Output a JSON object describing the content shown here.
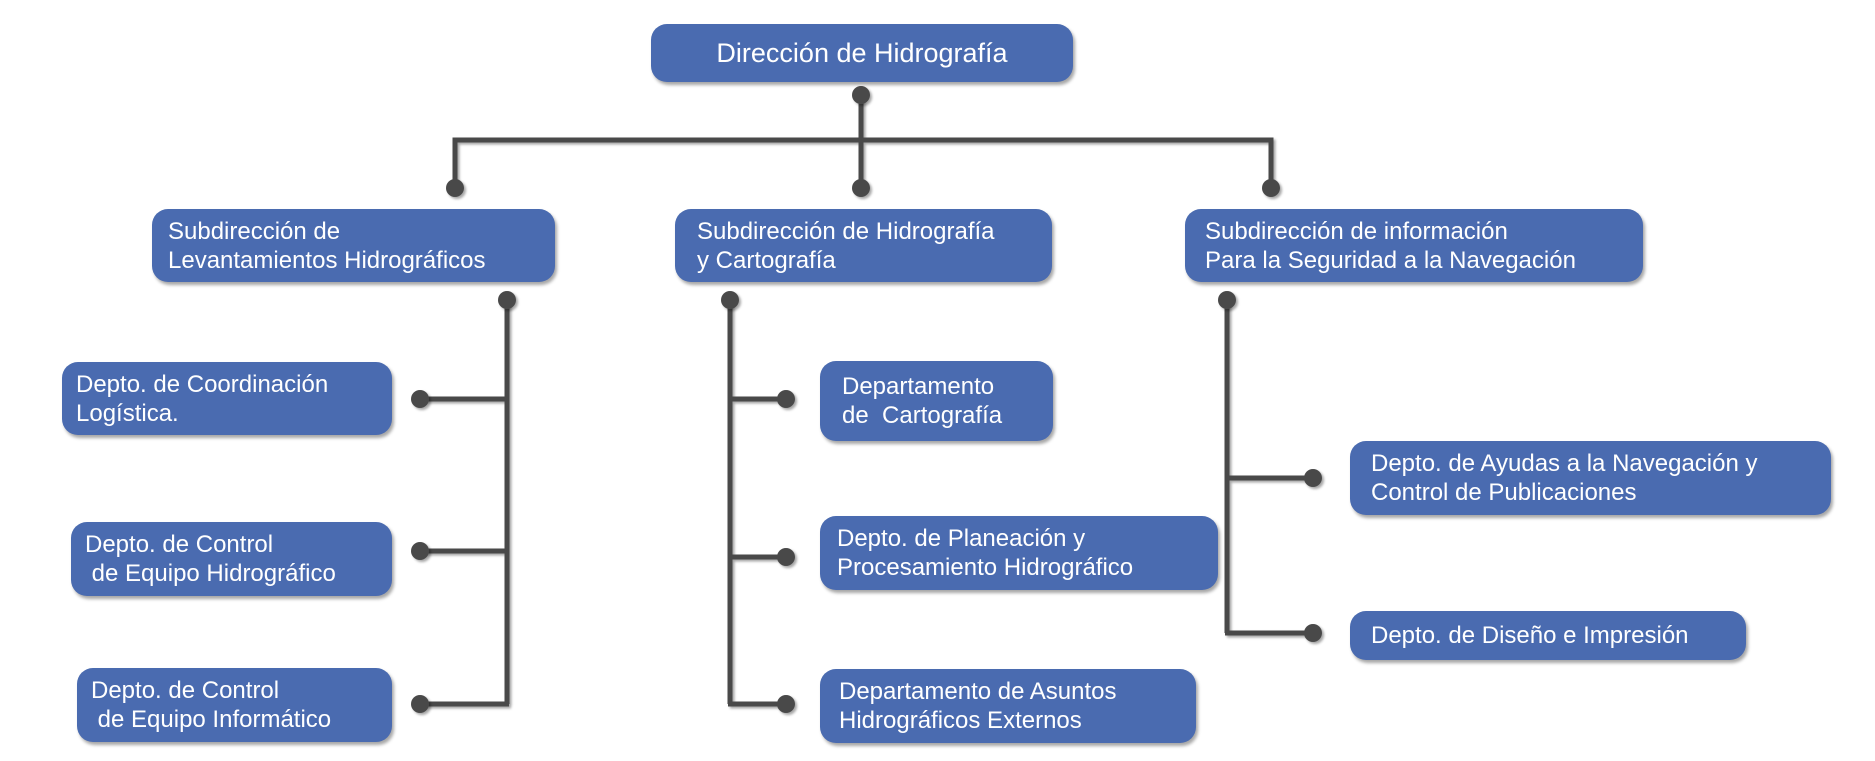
{
  "colors": {
    "box": "#4a6bb0",
    "text": "#ffffff",
    "connector": "#4a4a4a"
  },
  "root": {
    "label": "Dirección de Hidrografía"
  },
  "subdirecciones": [
    {
      "lines": [
        "Subdirección de",
        "Levantamientos Hidrográficos"
      ],
      "departments": [
        {
          "lines": [
            "Depto. de Coordinación",
            "Logística."
          ]
        },
        {
          "lines": [
            "Depto. de Control",
            " de Equipo Hidrográfico"
          ]
        },
        {
          "lines": [
            "Depto. de Control",
            " de Equipo Informático"
          ]
        }
      ]
    },
    {
      "lines": [
        "Subdirección de Hidrografía",
        "y Cartografía"
      ],
      "departments": [
        {
          "lines": [
            "Departamento",
            "de  Cartografía"
          ]
        },
        {
          "lines": [
            "Depto. de Planeación y",
            "Procesamiento Hidrográfico"
          ]
        },
        {
          "lines": [
            "Departamento de Asuntos",
            "Hidrográficos Externos"
          ]
        }
      ]
    },
    {
      "lines": [
        "Subdirección de información",
        "Para la Seguridad a la Navegación"
      ],
      "departments": [
        {
          "lines": [
            "Depto. de Ayudas a la Navegación y",
            "Control de Publicaciones"
          ]
        },
        {
          "lines": [
            "Depto. de Diseño e Impresión"
          ]
        }
      ]
    }
  ]
}
